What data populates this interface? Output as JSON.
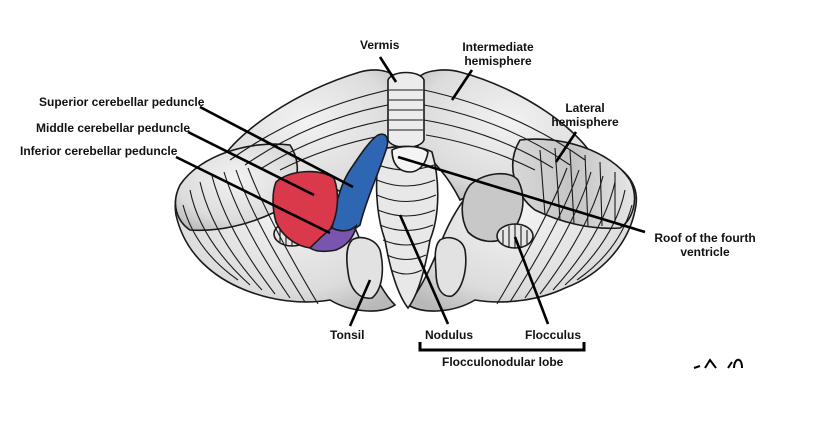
{
  "figure": {
    "title": "Cerebellum, anterior (ventral) view",
    "colors": {
      "background": "#ffffff",
      "tissue": "#e4e4e4",
      "tissue_shadow": "#bdbdbd",
      "outline": "#1a1a1a",
      "superior_peduncle": "#2f66b3",
      "middle_peduncle": "#d9394a",
      "inferior_peduncle": "#7a55b0"
    }
  },
  "labels": {
    "vermis": "Vermis",
    "intermediate_hemisphere_1": "Intermediate",
    "intermediate_hemisphere_2": "hemisphere",
    "lateral_hemisphere_1": "Lateral",
    "lateral_hemisphere_2": "hemisphere",
    "superior_cerebellar_peduncle": "Superior cerebellar peduncle",
    "middle_cerebellar_peduncle": "Middle cerebellar peduncle",
    "inferior_cerebellar_peduncle": "Inferior cerebellar peduncle",
    "roof_fourth_ventricle_1": "Roof of the fourth",
    "roof_fourth_ventricle_2": "ventricle",
    "tonsil": "Tonsil",
    "nodulus": "Nodulus",
    "flocculus": "Flocculus",
    "flocculonodular_lobe": "Flocculonodular lobe"
  }
}
